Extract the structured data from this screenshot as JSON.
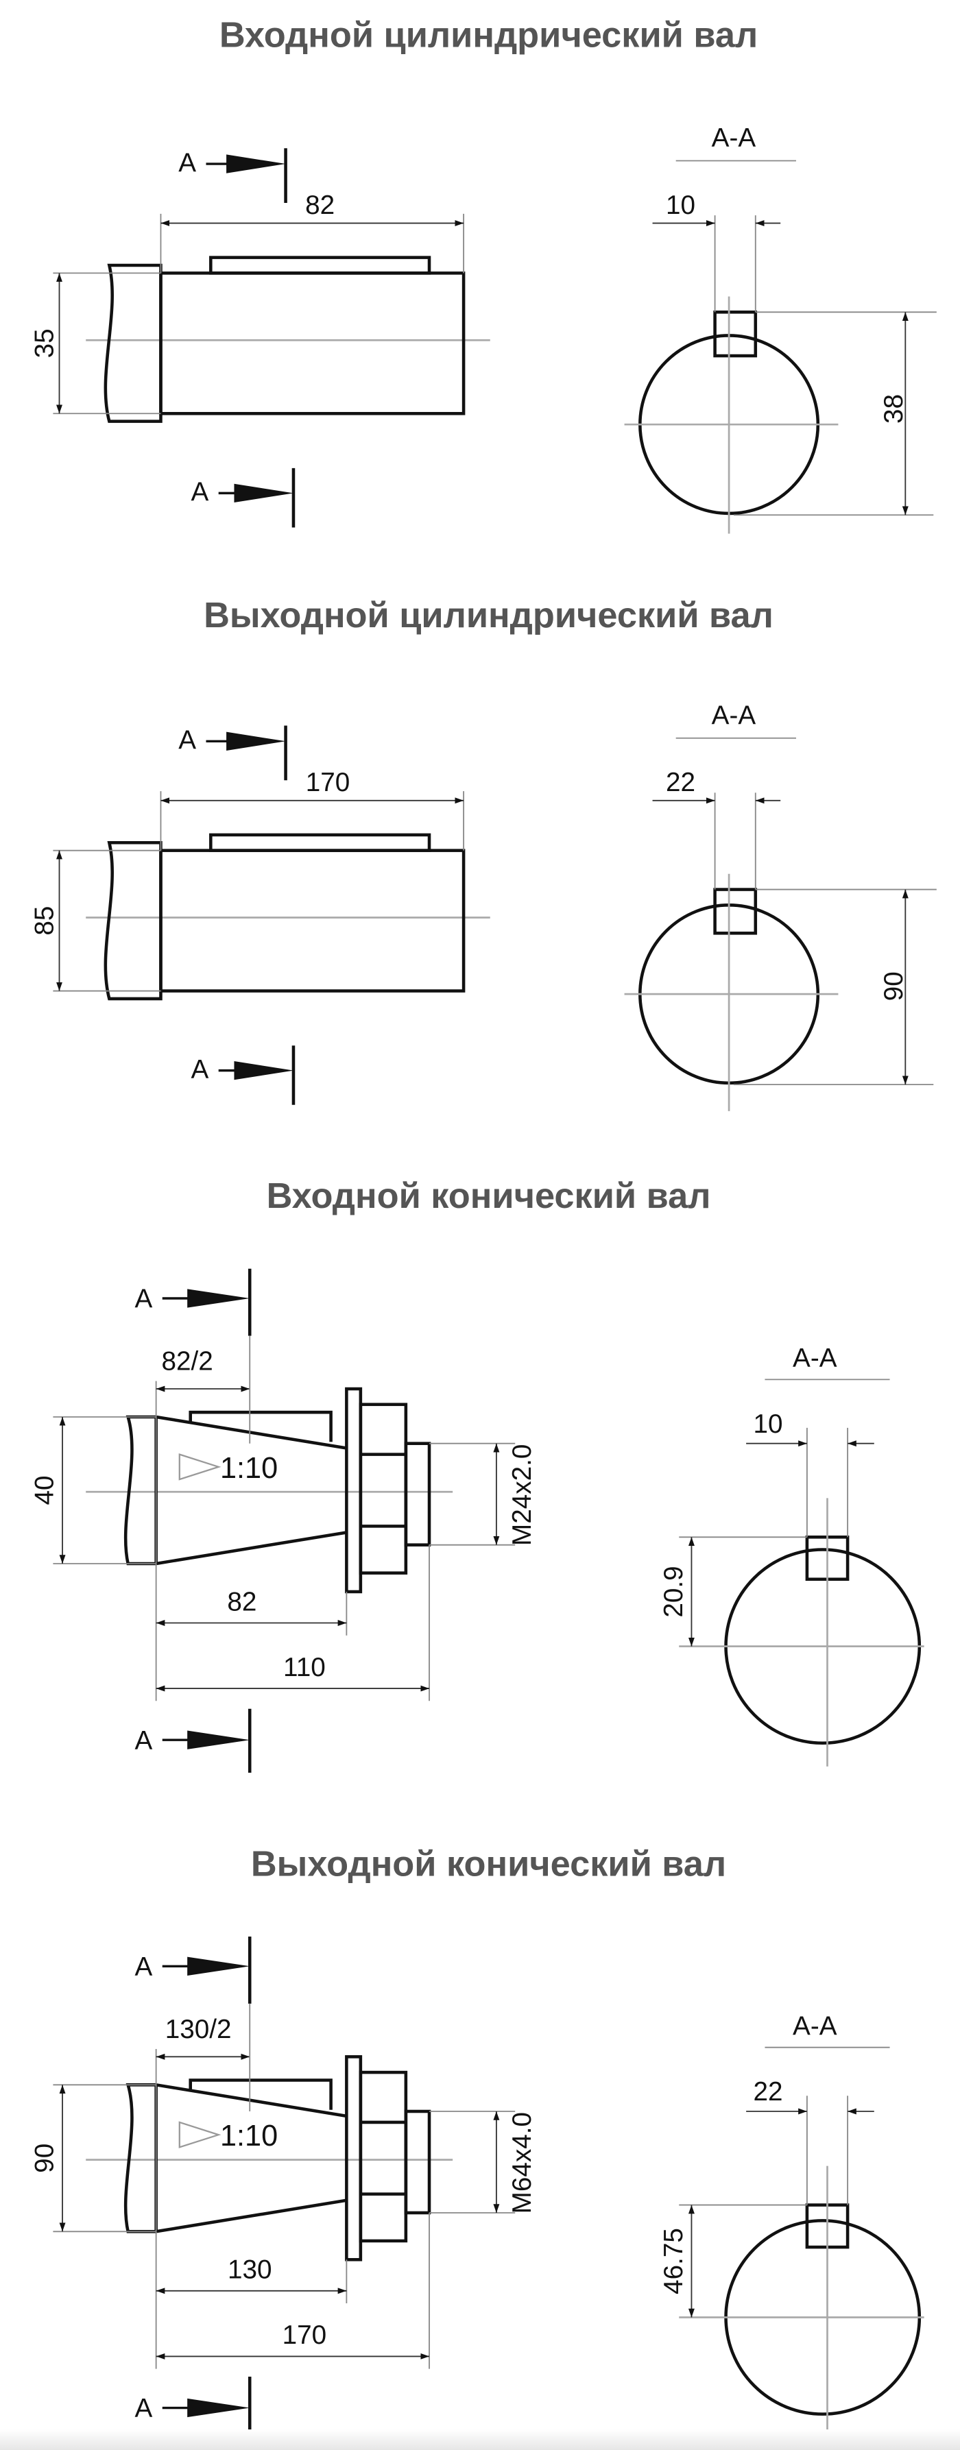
{
  "sections": [
    {
      "title": "Входной цилиндрический вал",
      "section_mark": "A",
      "section_label": "A-A",
      "length": "82",
      "diameter": "35",
      "key_width": "10",
      "key_height": "38"
    },
    {
      "title": "Выходной цилиндрический вал",
      "section_mark": "A",
      "section_label": "A-A",
      "length": "170",
      "diameter": "85",
      "key_width": "22",
      "key_height": "90"
    },
    {
      "title": "Входной конический вал",
      "section_mark": "A",
      "section_label": "A-A",
      "half_length": "82/2",
      "diameter": "40",
      "taper": "1:10",
      "thread": "M24x2.0",
      "cone_length": "82",
      "total_length": "110",
      "key_width": "10",
      "key_height": "20.9"
    },
    {
      "title": "Выходной конический вал",
      "section_mark": "A",
      "section_label": "A-A",
      "half_length": "130/2",
      "diameter": "90",
      "taper": "1:10",
      "thread": "M64x4.0",
      "cone_length": "130",
      "total_length": "170",
      "key_width": "22",
      "key_height": "46.75"
    }
  ]
}
